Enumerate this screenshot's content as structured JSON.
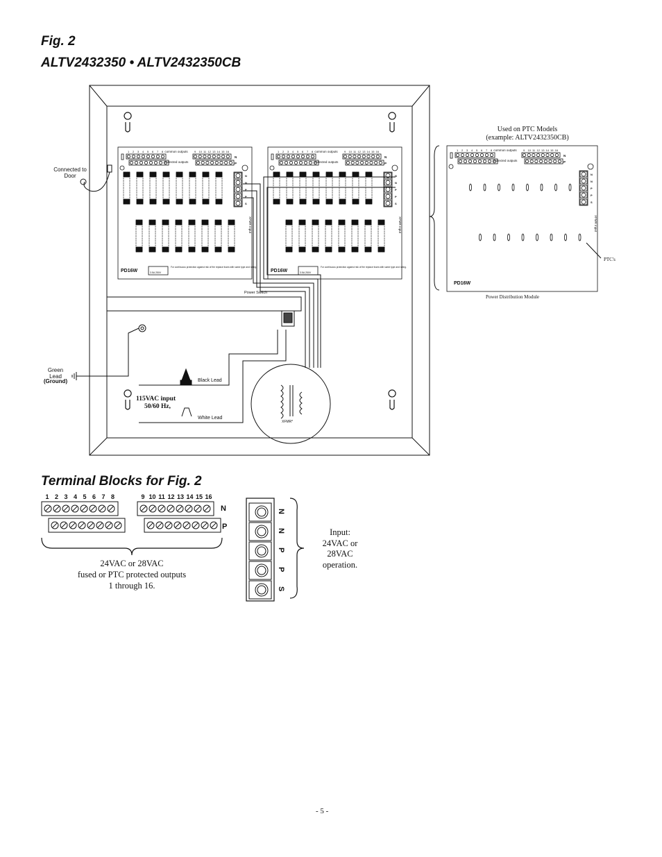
{
  "heading": {
    "fig_line": "Fig. 2",
    "models_line": "ALTV2432350 • ALTV2432350CB",
    "terminal_title": "Terminal Blocks for Fig. 2"
  },
  "labels": {
    "connected_to_door": "Connected to Door",
    "green_lead": "Green Lead",
    "ground": "(Ground)",
    "input_115": "115VAC input",
    "hz": "50/60 Hz,",
    "black_lead": "Black Lead",
    "white_lead": "White Lead",
    "power_switch": "Power Switch",
    "xfmr": "XFMR*",
    "pd16w": "PD16W",
    "common_outputs": "common outputs",
    "protected_outputs": "protected outputs",
    "xfmr_input": "XFMR Input",
    "fuse_rating": "3.5A 250V",
    "fuse_note": "For continuous protection against risk of fire replace fuses with same type and rating.",
    "ptc_used_line1": "Used on PTC Models",
    "ptc_used_line2": "(example: ALTV2432350CB)",
    "ptcs": "PTC's",
    "pdm": "Power Distribution Module"
  },
  "board": {
    "nums_a": [
      "1",
      "2",
      "3",
      "4",
      "5",
      "6",
      "7",
      "8"
    ],
    "nums_b": [
      "9",
      "10",
      "11",
      "12",
      "13",
      "14",
      "15",
      "16"
    ],
    "np": [
      "N",
      "P"
    ],
    "side": [
      "N",
      "N",
      "P",
      "P",
      "S"
    ]
  },
  "terminal": {
    "nums_a": [
      "1",
      "2",
      "3",
      "4",
      "5",
      "6",
      "7",
      "8"
    ],
    "nums_b": [
      "9",
      "10",
      "11",
      "12",
      "13",
      "14",
      "15",
      "16"
    ],
    "n": "N",
    "p": "P",
    "outputs_line1": "24VAC or 28VAC",
    "outputs_line2": "fused or PTC protected outputs",
    "outputs_line3": "1 through 16.",
    "side_letters": [
      "N",
      "N",
      "P",
      "P",
      "S"
    ],
    "input_line1": "Input:",
    "input_line2": "24VAC or",
    "input_line3": "28VAC",
    "input_line4": "operation."
  },
  "footer": {
    "page_number": "- 5 -"
  }
}
